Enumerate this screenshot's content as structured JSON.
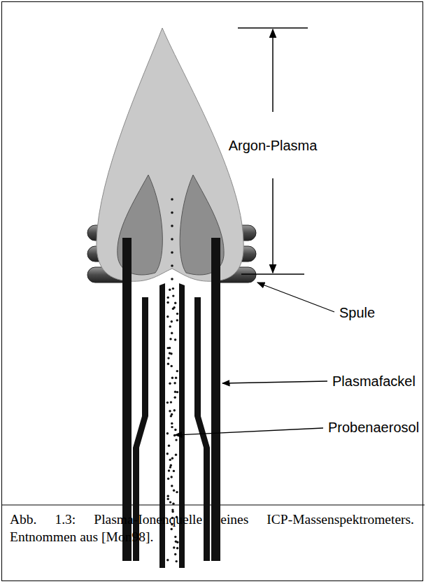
{
  "diagram": {
    "caption": "Abb. 1.3: Plasma-Ionenquelle eines ICP-Massenspektrometers. Entnommen aus [Mon98].",
    "labels": [
      "Argon-Plasma",
      "Spule",
      "Plasmafackel",
      "Probenaerosol"
    ]
  }
}
